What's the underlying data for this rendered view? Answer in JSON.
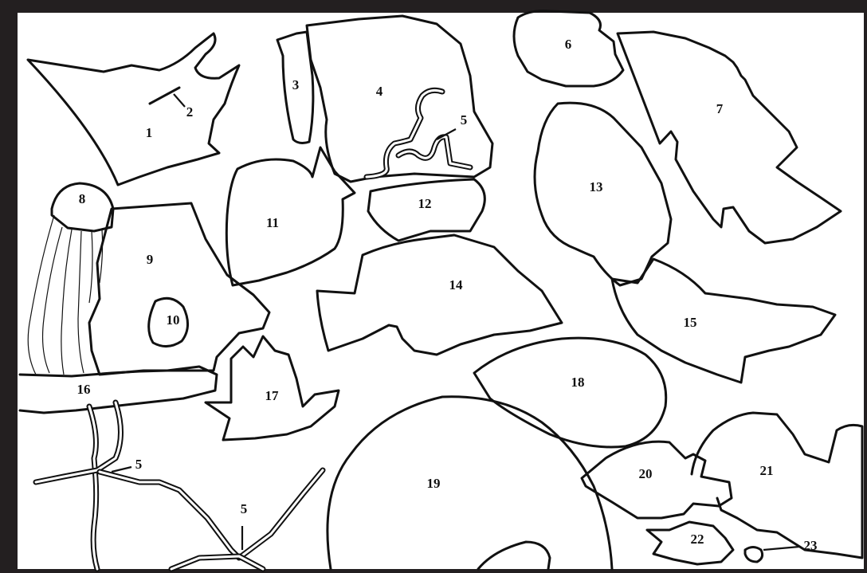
{
  "figure": {
    "colors": {
      "frame": "#231f20",
      "panel": "#ffffff",
      "ink": "#111111"
    },
    "labels": [
      {
        "id": "1",
        "text": "1"
      },
      {
        "id": "2",
        "text": "2"
      },
      {
        "id": "3",
        "text": "3"
      },
      {
        "id": "4",
        "text": "4"
      },
      {
        "id": "5a",
        "text": "5"
      },
      {
        "id": "5b",
        "text": "5"
      },
      {
        "id": "5c",
        "text": "5"
      },
      {
        "id": "6",
        "text": "6"
      },
      {
        "id": "7",
        "text": "7"
      },
      {
        "id": "8",
        "text": "8"
      },
      {
        "id": "9",
        "text": "9"
      },
      {
        "id": "10",
        "text": "10"
      },
      {
        "id": "11",
        "text": "11"
      },
      {
        "id": "12",
        "text": "12"
      },
      {
        "id": "13",
        "text": "13"
      },
      {
        "id": "14",
        "text": "14"
      },
      {
        "id": "15",
        "text": "15"
      },
      {
        "id": "16",
        "text": "16"
      },
      {
        "id": "17",
        "text": "17"
      },
      {
        "id": "18",
        "text": "18"
      },
      {
        "id": "19",
        "text": "19"
      },
      {
        "id": "20",
        "text": "20"
      },
      {
        "id": "21",
        "text": "21"
      },
      {
        "id": "22",
        "text": "22"
      },
      {
        "id": "23",
        "text": "23"
      }
    ]
  }
}
